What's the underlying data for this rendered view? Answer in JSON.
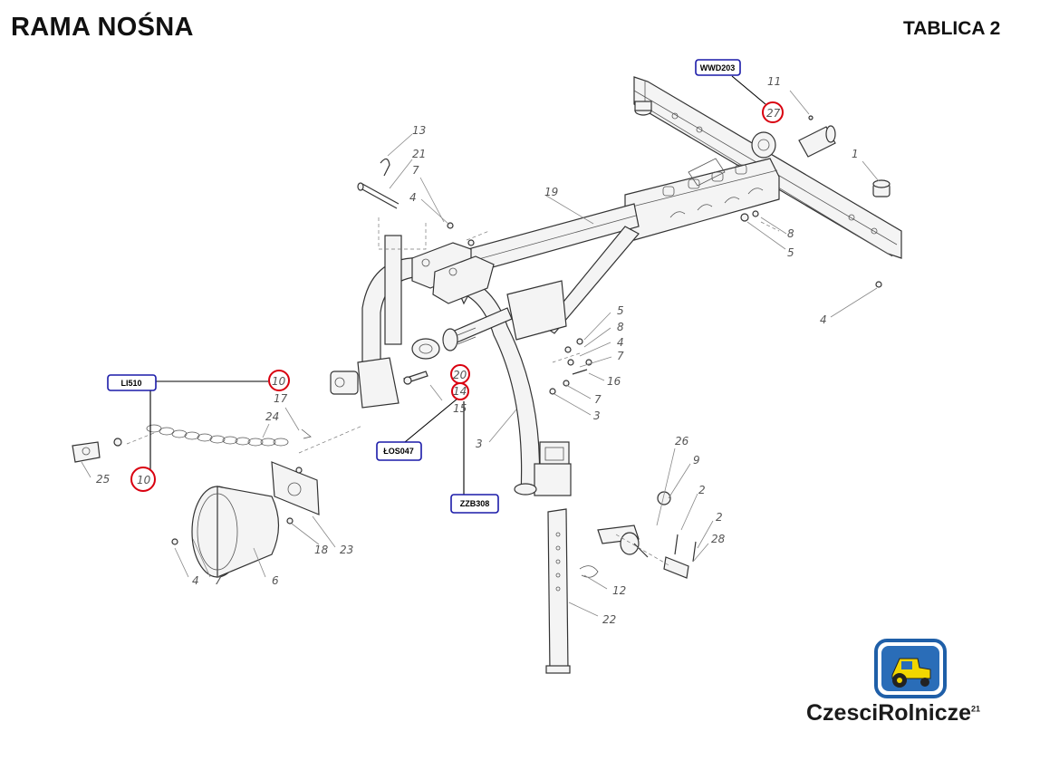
{
  "title": "RAMA NOŚNA",
  "plate": "TABLICA 2",
  "part_numbers": {
    "n1": "1",
    "n2a": "2",
    "n2b": "2",
    "n3a": "3",
    "n3b": "3",
    "n4a": "4",
    "n4b": "4",
    "n4c": "4",
    "n4d": "4",
    "n5a": "5",
    "n5b": "5",
    "n6": "6",
    "n7a": "7",
    "n7b": "7",
    "n7c": "7",
    "n7d": "7",
    "n8a": "8",
    "n8b": "8",
    "n9": "9",
    "n10a": "10",
    "n10b": "10",
    "n11": "11",
    "n12": "12",
    "n13": "13",
    "n14": "14",
    "n15": "15",
    "n16": "16",
    "n17": "17",
    "n18": "18",
    "n19": "19",
    "n20": "20",
    "n21": "21",
    "n22": "22",
    "n23": "23",
    "n24": "24",
    "n25": "25",
    "n26": "26",
    "n27": "27",
    "n28": "28"
  },
  "codes": {
    "wwd203": "WWD203",
    "li510": "LI510",
    "los047": "ŁOS047",
    "zzb308": "ZZB308"
  },
  "logo": {
    "text": "CzesciRolnicze",
    "mark": "21"
  },
  "colors": {
    "highlight_circle": "#d9000f",
    "code_box_border": "#1a1aa8",
    "logo_frame": "#1f5fa8",
    "logo_tractor": "#f2d600"
  }
}
